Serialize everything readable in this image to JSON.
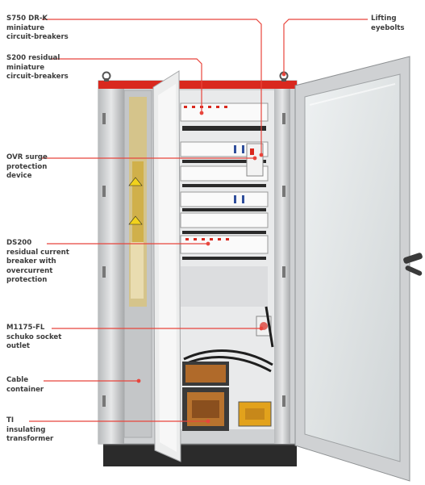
{
  "labels": {
    "s750": "S750 DR-K\nminiature\ncircuit-breakers",
    "s200": "S200 residual\nminiature\ncircuit-breakers",
    "ovr": "OVR surge\nprotection\ndevice",
    "ds200": "DS200\nresidual current\nbreaker with\novercurrent\nprotection",
    "m1175": "M1175-FL\nschuko socket\noutlet",
    "cable": "Cable\ncontainer",
    "ti": "TI\ninsulating\ntransformer",
    "lifting": "Lifting\neyebolts"
  },
  "colors": {
    "leader": "#e8453c",
    "text": "#3c3c3c",
    "cabinet": "#d9dadb",
    "accent_red": "#d9281e"
  }
}
